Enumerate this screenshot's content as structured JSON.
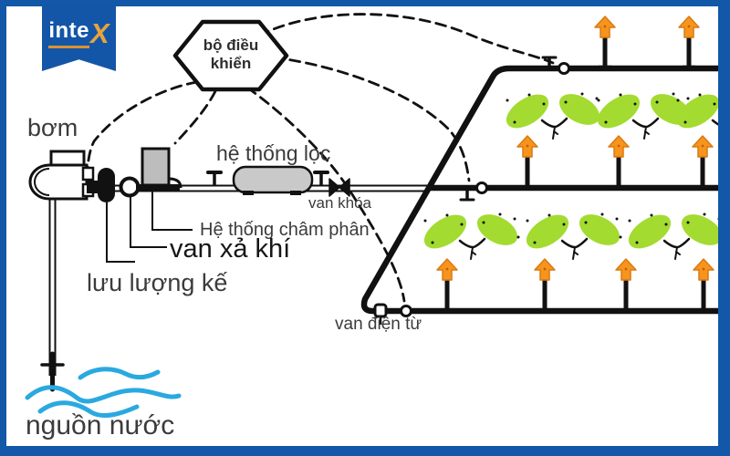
{
  "logo": {
    "brand_main": "inte",
    "brand_accent": "X"
  },
  "controller": {
    "line1": "bộ điều",
    "line2": "khiển"
  },
  "labels": {
    "pump": "bơm",
    "filter_system": "hệ thống lọc",
    "lock_valve": "van khóa",
    "fertilizer_system": "Hệ thống châm phân",
    "air_release_valve": "van xả khí",
    "flow_meter": "lưu lượng kế",
    "solenoid_valve": "van điện từ",
    "water_source": "nguồn nước"
  },
  "colors": {
    "border_blue": "#1257A8",
    "logo_blue": "#1356A8",
    "logo_orange": "#DB9131",
    "leaf_green": "#A3DB30",
    "sprinkler_orange": "#F7941D",
    "water_cyan": "#2AA9E0",
    "tank_gray": "#C9C9C9",
    "line_black": "#111111"
  }
}
